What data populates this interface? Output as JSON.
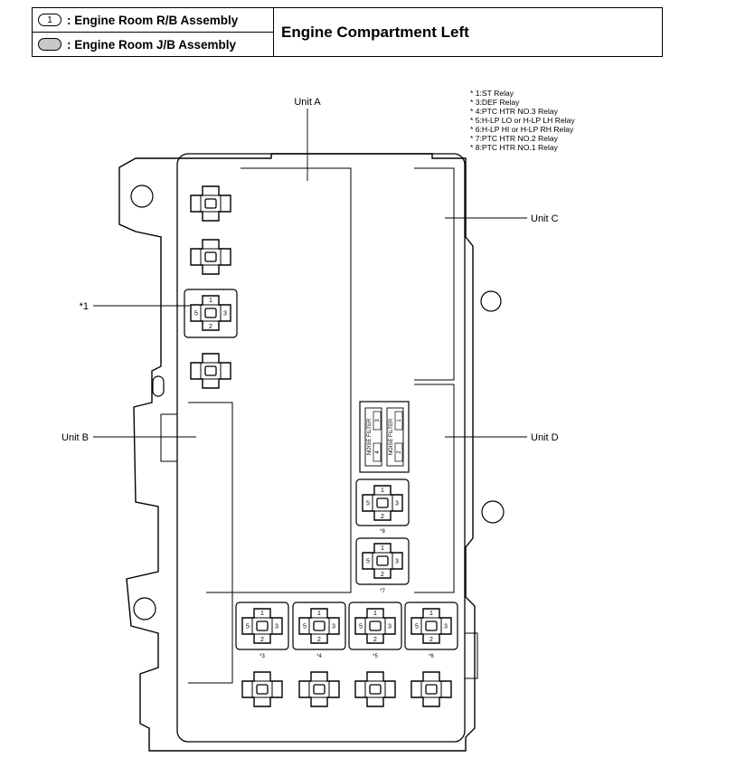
{
  "legend": {
    "rb": {
      "symbol": "1",
      "label": ": Engine Room R/B Assembly"
    },
    "jb": {
      "symbol": "",
      "label": ": Engine Room J/B Assembly"
    },
    "location": "Engine Compartment Left"
  },
  "units": {
    "a": "Unit A",
    "b": "Unit B",
    "c": "Unit C",
    "d": "Unit D"
  },
  "notes": [
    "* 1:ST Relay",
    "* 3:DEF Relay",
    "* 4:PTC HTR NO.3 Relay",
    "* 5:H-LP LO or H-LP LH Relay",
    "* 6:H-LP HI or H-LP RH Relay",
    "* 7:PTC HTR NO.2 Relay",
    "* 8:PTC HTR NO.1 Relay"
  ],
  "relay_labels": {
    "r1": "*1",
    "r3": "*3",
    "r4": "*4",
    "r5": "*5",
    "r6": "*6",
    "r7": "*7",
    "r8": "*8"
  },
  "pins": {
    "p1": "1",
    "p2": "2",
    "p3": "3",
    "p4": "4",
    "p5": "5"
  },
  "noise_filter": "NOISE FILTER"
}
